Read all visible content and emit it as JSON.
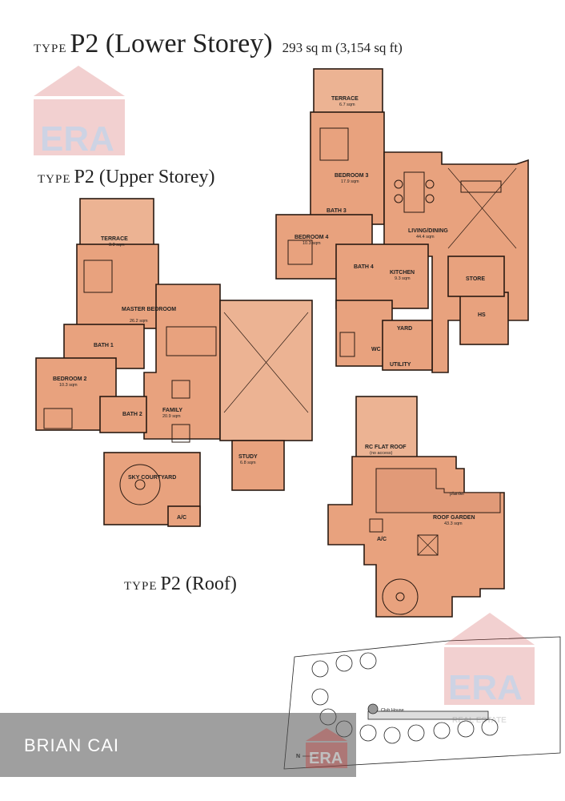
{
  "titles": {
    "lower": {
      "prefix": "TYPE",
      "name": "P2 (Lower Storey)",
      "area": "293 sq m (3,154 sq ft)"
    },
    "upper": {
      "prefix": "TYPE",
      "name": "P2 (Upper Storey)"
    },
    "roof": {
      "prefix": "TYPE",
      "name": "P2 (Roof)"
    }
  },
  "lower_rooms": [
    {
      "name": "TERRACE",
      "area": "6.7 sqm"
    },
    {
      "name": "BEDROOM 3",
      "area": "17.9 sqm"
    },
    {
      "name": "BATH 3",
      "area": ""
    },
    {
      "name": "BEDROOM 4",
      "area": "10.3 sqm"
    },
    {
      "name": "LIVING/DINING",
      "area": "44.4 sqm"
    },
    {
      "name": "BATH 4",
      "area": ""
    },
    {
      "name": "KITCHEN",
      "area": "9.3 sqm"
    },
    {
      "name": "STORE",
      "area": ""
    },
    {
      "name": "HS",
      "area": ""
    },
    {
      "name": "YARD",
      "area": ""
    },
    {
      "name": "WC",
      "area": ""
    },
    {
      "name": "UTILITY",
      "area": ""
    }
  ],
  "upper_rooms": [
    {
      "name": "TERRACE",
      "area": "3.3 sqm"
    },
    {
      "name": "MASTER BEDROOM",
      "area": "26.2 sqm"
    },
    {
      "name": "BATH 1",
      "area": ""
    },
    {
      "name": "BEDROOM 2",
      "area": "10.3 sqm"
    },
    {
      "name": "BATH 2",
      "area": ""
    },
    {
      "name": "FAMILY",
      "area": "20.9 sqm"
    },
    {
      "name": "STUDY",
      "area": "6.8 sqm"
    },
    {
      "name": "SKY COURTYARD",
      "area": ""
    },
    {
      "name": "A/C",
      "area": ""
    }
  ],
  "roof_rooms": [
    {
      "name": "RC FLAT ROOF",
      "area": "(no access)"
    },
    {
      "name": "planter",
      "area": ""
    },
    {
      "name": "ROOF GARDEN",
      "area": "43.3 sqm"
    },
    {
      "name": "A/C",
      "area": ""
    }
  ],
  "site_plan": {
    "label": "Club House",
    "north": "N"
  },
  "watermarks": {
    "brand": "ERA",
    "sub": "REAL ESTATE"
  },
  "footer": {
    "agent": "BRIAN CAI"
  },
  "colors": {
    "plan_fill": "#E8A27E",
    "wall": "#2a1a12",
    "wm_red": "#c9302c",
    "wm_blue": "#1f3c88"
  }
}
